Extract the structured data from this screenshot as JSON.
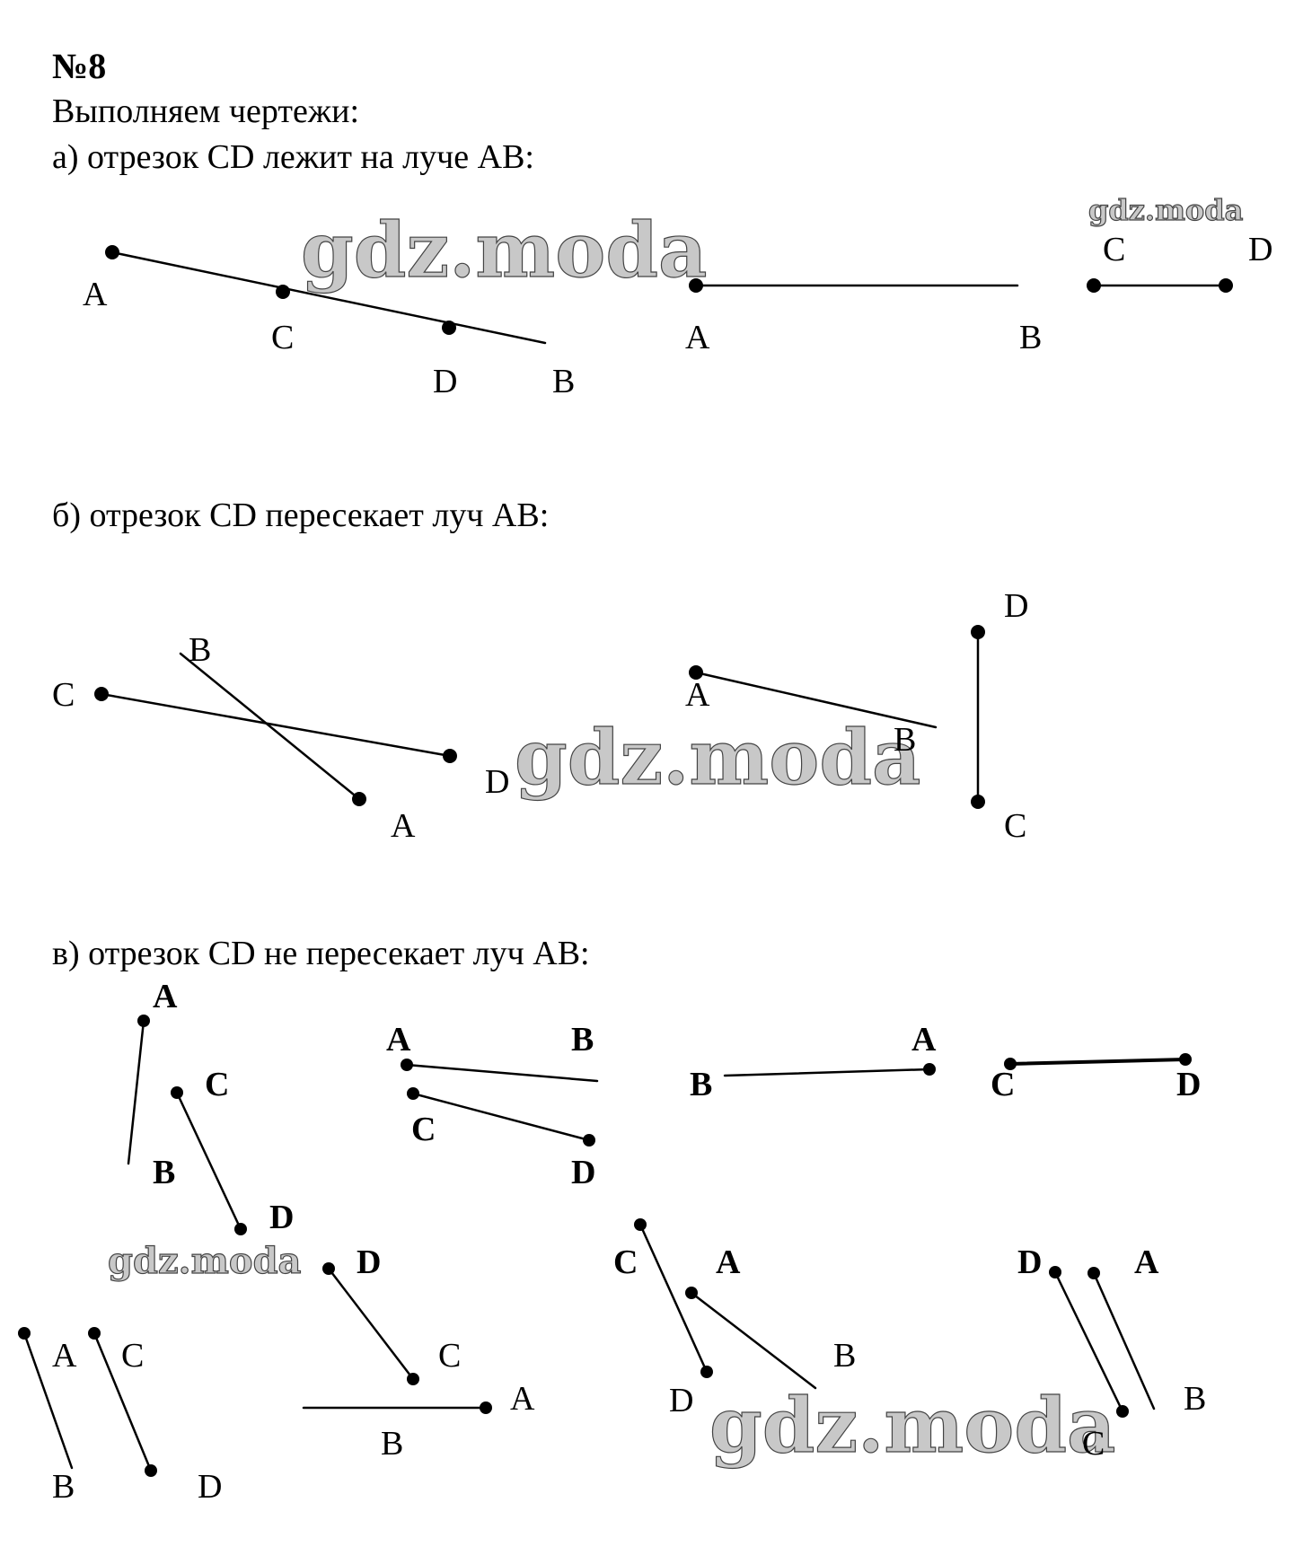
{
  "header": {
    "number": "№8",
    "intro": "Выполняем чертежи:"
  },
  "sections": {
    "a": {
      "heading": "а) отрезок CD лежит на луче AB:"
    },
    "b": {
      "heading": "б) отрезок  CD пересекает луч AB:"
    },
    "c": {
      "heading": "в) отрезок CD не пересекает луч AB:"
    }
  },
  "point_labels": {
    "A": "A",
    "B": "B",
    "C": "C",
    "D": "D"
  },
  "watermark": {
    "text": "gdz.moda"
  },
  "colors": {
    "ink": "#000000",
    "watermark_fill": "#c8c8c8",
    "watermark_outline": "#444444"
  }
}
